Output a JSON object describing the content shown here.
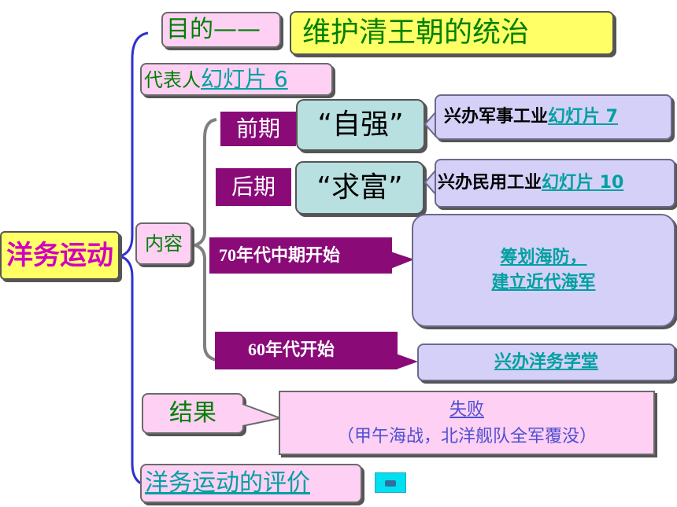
{
  "main_title": "洋务运动",
  "purpose": {
    "label": "目的——",
    "value": "维护清王朝的统治"
  },
  "representatives": {
    "label": "代表人",
    "link": "幻灯片 6"
  },
  "content": {
    "label": "内容",
    "early": {
      "label": "前期",
      "slogan": "“自强”",
      "detail": "兴办军事工业",
      "link": "幻灯片 7"
    },
    "late": {
      "label": "后期",
      "slogan": "“求富”",
      "detail": "兴办民用工业",
      "link": "幻灯片 10"
    },
    "mid70s": {
      "label": "70年代中期开始",
      "detail_line1": "筹划海防，",
      "detail_line2": "建立近代海军"
    },
    "sixties": {
      "label": "60年代开始",
      "detail": "兴办洋务学堂"
    }
  },
  "result": {
    "label": "结果",
    "link": "失败",
    "detail": "（甲午海战，北洋舰队全军覆没）"
  },
  "evaluation": {
    "label": "洋务运动的评价"
  },
  "colors": {
    "pink": "#fdd0f4",
    "yellow": "#ffff66",
    "purple": "#8a0a78",
    "teal": "#b8e0e0",
    "lavender": "#d5d0f8",
    "green": "#008000",
    "link": "#00a0a0",
    "brace": "#3030d0"
  },
  "icons": {
    "camera": "video-camera-icon"
  }
}
